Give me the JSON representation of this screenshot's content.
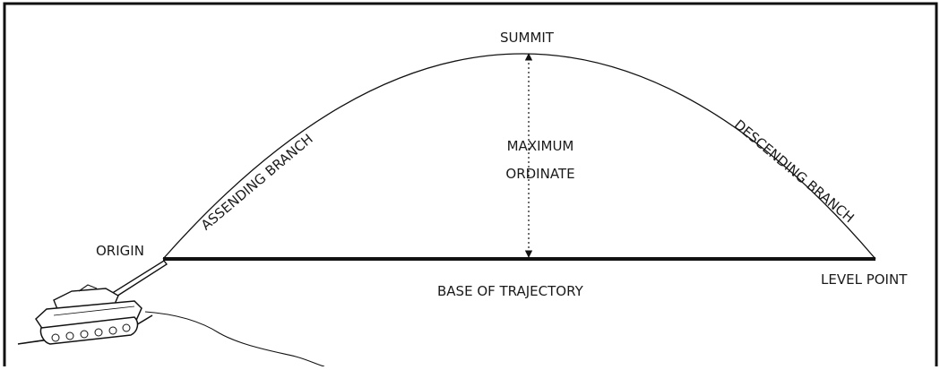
{
  "labels": {
    "summit": "SUMMIT",
    "maximum_ordinate_line1": "MAXIMUM",
    "maximum_ordinate_line2": "ORDINATE",
    "ascending_branch": "ASSENDING BRANCH",
    "descending_branch": "DESCENDING BRANCH",
    "origin": "ORIGIN",
    "level_point": "LEVEL POINT",
    "base_of_trajectory": "BASE OF TRAJECTORY"
  },
  "icons": {
    "weapon": "self-propelled-howitzer-icon"
  },
  "colors": {
    "line": "#111111",
    "background": "#ffffff"
  }
}
